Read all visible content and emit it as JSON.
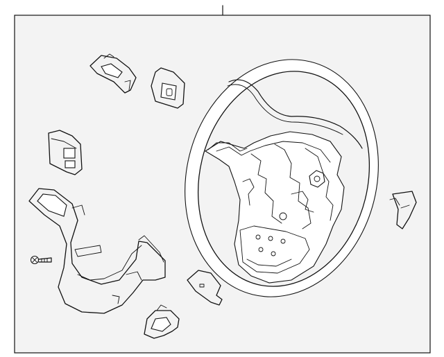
{
  "diagram": {
    "colors": {
      "background": "#f3f3f3",
      "outline": "#111111",
      "page": "#ffffff"
    },
    "parts": [
      "steering-wheel",
      "switch-assembly-upper-left",
      "switch-assembly-upper-center",
      "switch-module-left",
      "trim-bezel",
      "mounting-screw",
      "switch-lower-center",
      "switch-lower-bottom",
      "clip-right"
    ]
  }
}
